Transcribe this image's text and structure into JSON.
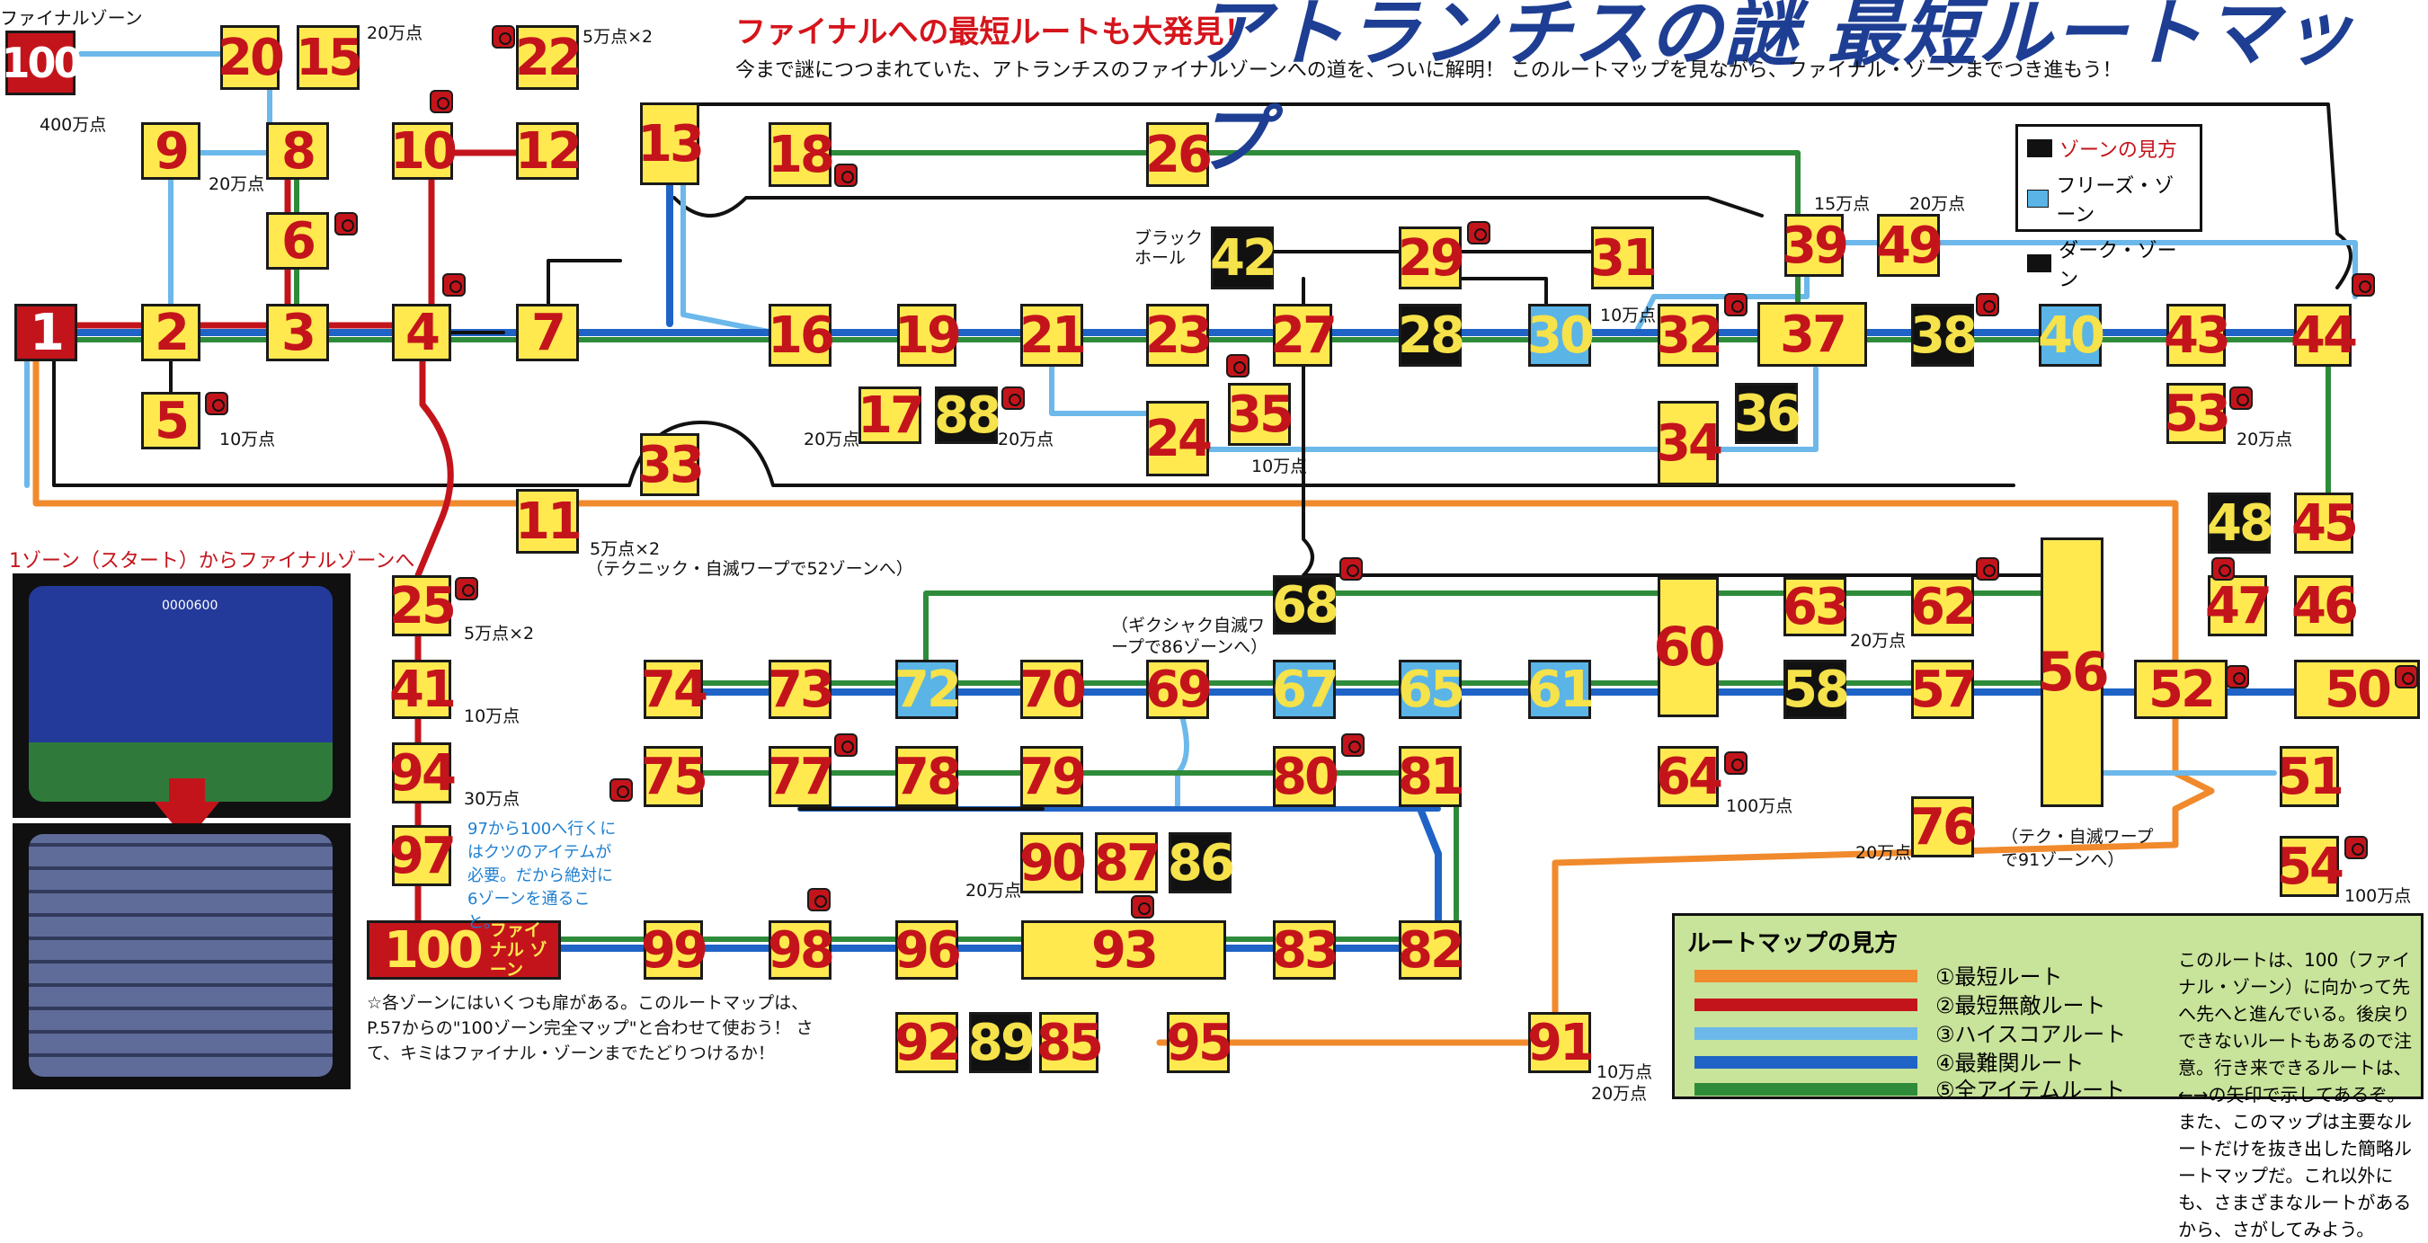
{
  "headline": "ファイナルへの最短ルートも大発見！",
  "title": "アトランチスの謎 最短ルートマップ",
  "intro": "今まで謎につつまれていた、アトランチスのファイナルゾーンへの道を、ついに解明！ このルートマップを見ながら、ファイナル・ゾーンまでつき進もう！",
  "corner": {
    "label": "ファイナルゾーン",
    "zone": "100",
    "points": "400万点"
  },
  "zone_legend": {
    "title": "ゾーンの見方",
    "freeze": "フリーズ・ゾーン",
    "dark": "ダーク・ゾーン"
  },
  "route_legend": {
    "title": "ルートマップの見方",
    "routes": [
      "①最短ルート",
      "②最短無敵ルート",
      "③ハイスコアルート",
      "④最難関ルート",
      "⑤全アイテムルート"
    ],
    "route_colors": [
      "#f08a2c",
      "#c4141b",
      "#6cb8ea",
      "#1f63c6",
      "#2e8b3a"
    ],
    "description": "このルートは、100（ファイナル・ゾーン）に向かって先へ先へと進んでいる。後戻りできないルートもあるので注意。行き来できるルートは、←→の矢印で示してあるぞ。また、このマップは主要なルートだけを抜き出した簡略ルートマップだ。これ以外にも、さまざまなルートがあるから、さがしてみよう。"
  },
  "left_caption": "1ゾーン（スタート）からファイナルゾーンへ",
  "note_97": "97から100へ行くにはクツのアイテムが必要。だから絶対に6ゾーンを通ること。",
  "bottom_note": "☆各ゾーンにはいくつも扉がある。このルートマップは、P.57からの\"100ゾーン完全マップ\"と合わせて使おう！ さて、キミはファイナル・ゾーンまでたどりつけるか！",
  "final_box": {
    "number": "100",
    "label": "ファイナル ゾーン"
  },
  "screenshot_score": "0000600",
  "labels": {
    "p20_top": "20万点",
    "p5x2_22": "5万点×2",
    "p20_9": "20万点",
    "p10_5": "10万点",
    "p20_17": "20万点",
    "p20_88": "20万点",
    "p10_35": "10万点",
    "p10_30": "10万点",
    "p15_39": "15万点",
    "p20_49": "20万点",
    "p20_53": "20万点",
    "p5x2_11": "5万点×2",
    "warp52": "（テクニック・自滅ワープで52ゾーンへ）",
    "p5x2_25": "5万点×2",
    "p10_41": "10万点",
    "p30_94": "30万点",
    "blackhole": "ブラックホール",
    "warp86": "（ギクシャク自滅ワープで86ゾーンへ）",
    "p20_63": "20万点",
    "p100_64": "100万点",
    "p20_76": "20万点",
    "warp91": "（テク・自滅ワープで91ゾーンへ）",
    "p100_54": "100万点",
    "p20_90": "20万点",
    "p10_91": "10万点",
    "p20_91": "20万点"
  },
  "zones": {
    "z1": "1",
    "z2": "2",
    "z3": "3",
    "z4": "4",
    "z5": "5",
    "z6": "6",
    "z7": "7",
    "z8": "8",
    "z9": "9",
    "z10": "10",
    "z11": "11",
    "z12": "12",
    "z13": "13",
    "z15": "15",
    "z16": "16",
    "z17": "17",
    "z18": "18",
    "z19": "19",
    "z20": "20",
    "z21": "21",
    "z22": "22",
    "z23": "23",
    "z24": "24",
    "z25": "25",
    "z26": "26",
    "z27": "27",
    "z28": "28",
    "z29": "29",
    "z30": "30",
    "z31": "31",
    "z32": "32",
    "z33": "33",
    "z34": "34",
    "z35": "35",
    "z36": "36",
    "z37": "37",
    "z38": "38",
    "z39": "39",
    "z40": "40",
    "z41": "41",
    "z42": "42",
    "z43": "43",
    "z44": "44",
    "z45": "45",
    "z46": "46",
    "z47": "47",
    "z48": "48",
    "z49": "49",
    "z50": "50",
    "z51": "51",
    "z52": "52",
    "z53": "53",
    "z54": "54",
    "z56": "56",
    "z57": "57",
    "z58": "58",
    "z60": "60",
    "z61": "61",
    "z62": "62",
    "z63": "63",
    "z64": "64",
    "z65": "65",
    "z67": "67",
    "z68": "68",
    "z69": "69",
    "z70": "70",
    "z72": "72",
    "z73": "73",
    "z74": "74",
    "z75": "75",
    "z76": "76",
    "z77": "77",
    "z78": "78",
    "z79": "79",
    "z80": "80",
    "z81": "81",
    "z82": "82",
    "z83": "83",
    "z85": "85",
    "z86": "86",
    "z87": "87",
    "z88": "88",
    "z89": "89",
    "z90": "90",
    "z91": "91",
    "z92": "92",
    "z93": "93",
    "z94": "94",
    "z95": "95",
    "z96": "96",
    "z97": "97",
    "z98": "98",
    "z99": "99"
  }
}
